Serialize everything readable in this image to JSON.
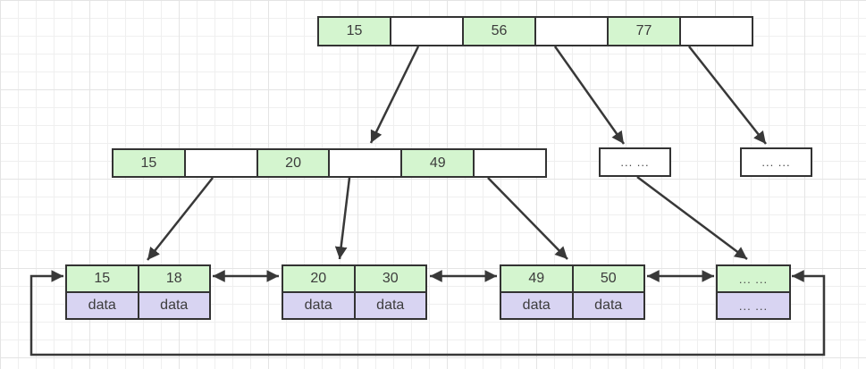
{
  "diagram": {
    "type": "b-plus-tree",
    "colors": {
      "key_cell": "#d4f5cf",
      "data_cell": "#d8d4f2",
      "border": "#333333",
      "arrow": "#383838",
      "text": "#3c3c3c",
      "grid_line": "#efefef"
    },
    "root_node": {
      "cells": [
        "15",
        "",
        "56",
        "",
        "77",
        ""
      ]
    },
    "internal_node": {
      "cells": [
        "15",
        "",
        "20",
        "",
        "49",
        ""
      ]
    },
    "internal_more_nodes": [
      {
        "label": "... ..."
      },
      {
        "label": "... ..."
      }
    ],
    "leaf_nodes": [
      {
        "keys": [
          "15",
          "18"
        ],
        "data": [
          "data",
          "data"
        ]
      },
      {
        "keys": [
          "20",
          "30"
        ],
        "data": [
          "data",
          "data"
        ]
      },
      {
        "keys": [
          "49",
          "50"
        ],
        "data": [
          "data",
          "data"
        ]
      },
      {
        "keys": [
          "... ..."
        ],
        "data": [
          "... ..."
        ]
      }
    ]
  }
}
